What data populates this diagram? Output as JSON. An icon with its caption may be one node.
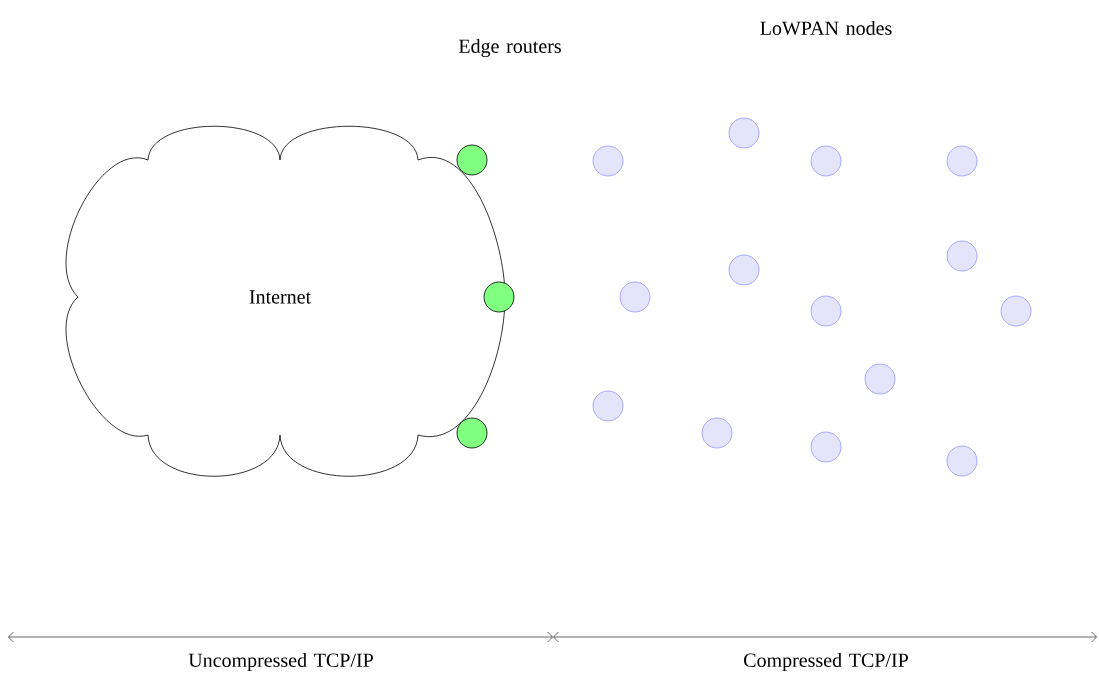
{
  "diagram": {
    "nodes": [
      {
        "text": [
          "Internet"
        ]
      },
      {
        "text": [],
        "shape": "circle"
      },
      {
        "text": [],
        "shape": "circle"
      },
      {
        "text": [],
        "shape": "circle"
      },
      {
        "text": [],
        "shape": "circle"
      },
      {
        "text": [],
        "shape": "circle"
      },
      {
        "text": [],
        "shape": "circle"
      },
      {
        "text": [],
        "shape": "circle"
      },
      {
        "text": [],
        "shape": "circle"
      },
      {
        "text": [],
        "shape": "circle"
      },
      {
        "text": [],
        "shape": "circle"
      },
      {
        "text": [],
        "shape": "circle"
      },
      {
        "text": [],
        "shape": "circle"
      },
      {
        "text": [],
        "shape": "circle"
      },
      {
        "text": [],
        "shape": "circle"
      },
      {
        "text": [],
        "shape": "circle"
      },
      {
        "text": [],
        "shape": "circle"
      },
      {
        "text": [],
        "shape": "circle"
      }
    ],
    "labels": [
      "Edge routers",
      "LoWPAN nodes",
      "Uncompressed TCP/IP",
      "Compressed TCP/IP"
    ]
  }
}
